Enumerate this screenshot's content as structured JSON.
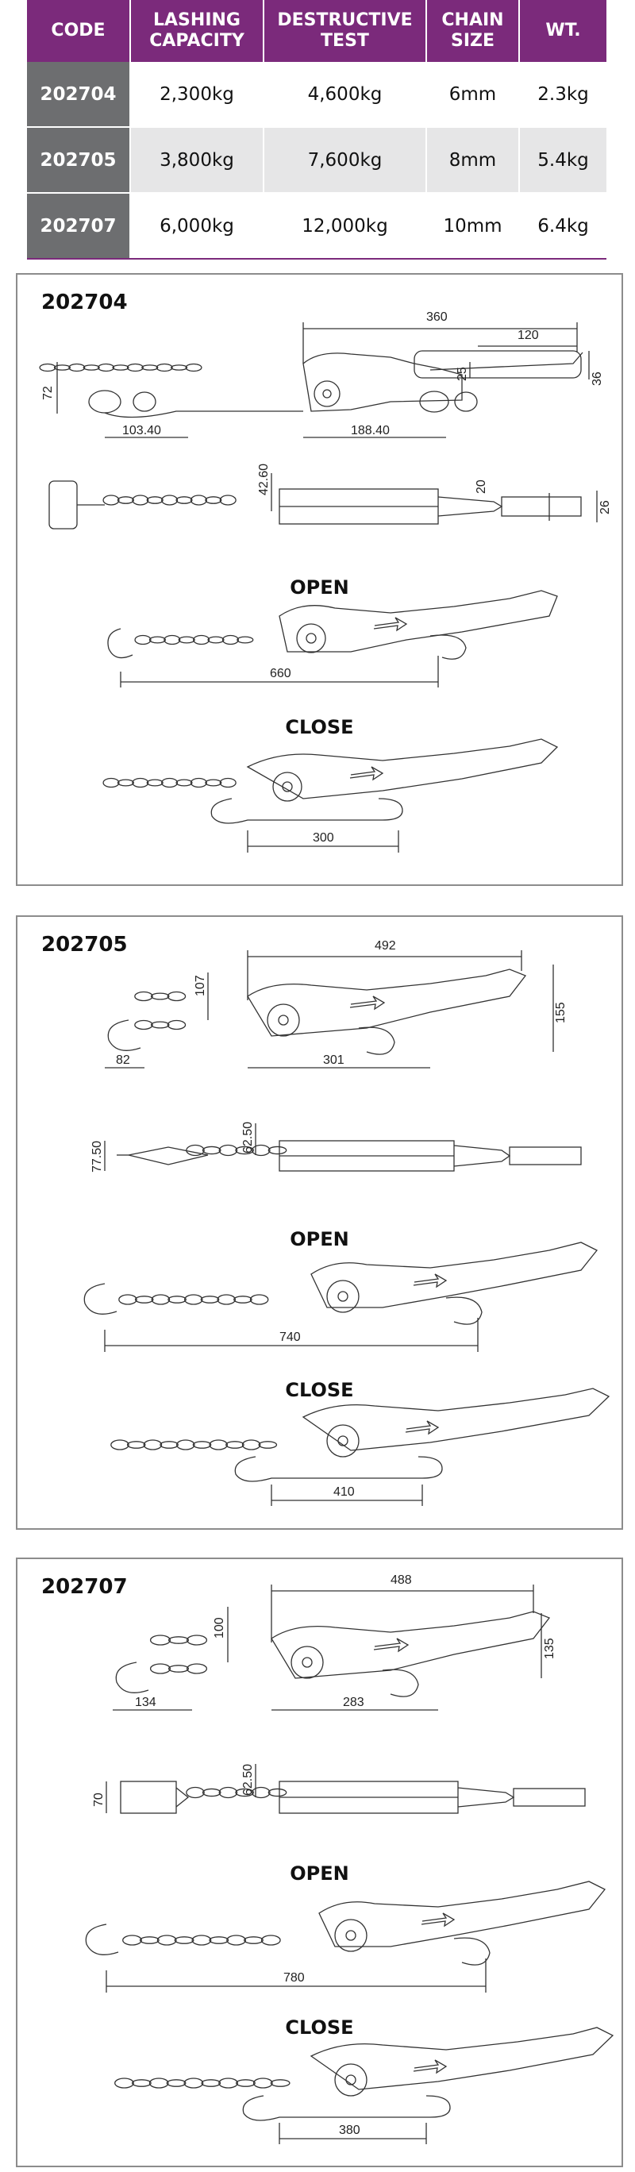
{
  "table": {
    "headers": [
      "CODE",
      "LASHING CAPACITY",
      "DESTRUCTIVE TEST",
      "CHAIN SIZE",
      "WT."
    ],
    "rows": [
      [
        "202704",
        "2,300kg",
        "4,600kg",
        "6mm",
        "2.3kg"
      ],
      [
        "202705",
        "3,800kg",
        "7,600kg",
        "8mm",
        "5.4kg"
      ],
      [
        "202707",
        "6,000kg",
        "12,000kg",
        "10mm",
        "6.4kg"
      ]
    ]
  },
  "panels": [
    {
      "code": "202704",
      "open_label": "OPEN",
      "close_label": "CLOSE",
      "dims": {
        "d360": "360",
        "d120": "120",
        "d36": "36",
        "d25": "25",
        "d72": "72",
        "d103": "103.40",
        "d188": "188.40",
        "d4260": "42.60",
        "d20": "20",
        "d26": "26",
        "open_len": "660",
        "close_len": "300"
      }
    },
    {
      "code": "202705",
      "open_label": "OPEN",
      "close_label": "CLOSE",
      "dims": {
        "d492": "492",
        "d107": "107",
        "d155": "155",
        "d82": "82",
        "d301": "301",
        "d6250": "62.50",
        "d7750": "77.50",
        "open_len": "740",
        "close_len": "410"
      }
    },
    {
      "code": "202707",
      "open_label": "OPEN",
      "close_label": "CLOSE",
      "dims": {
        "d488": "488",
        "d100": "100",
        "d135": "135",
        "d134": "134",
        "d283": "283",
        "d6250": "62.50",
        "d70": "70",
        "open_len": "780",
        "close_len": "380"
      }
    }
  ]
}
